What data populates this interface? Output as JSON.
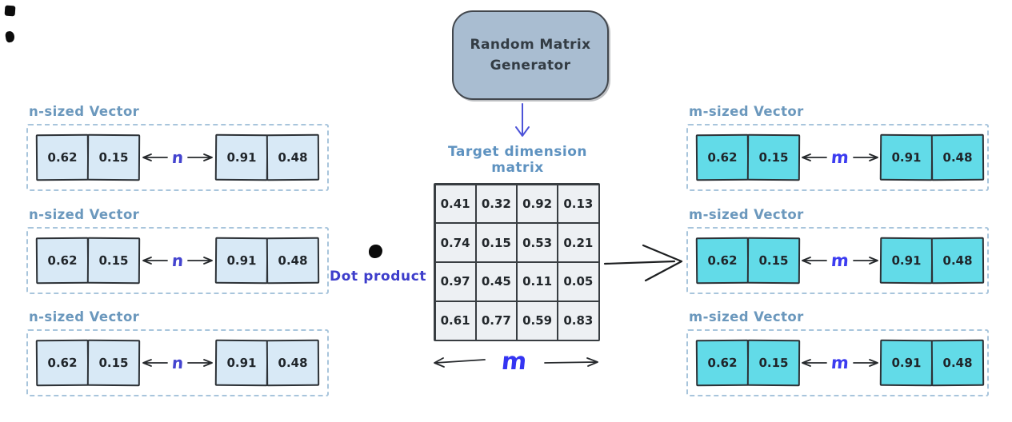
{
  "generator_box": {
    "line1": "Random Matrix",
    "line2": "Generator"
  },
  "matrix": {
    "title": "Target dimension matrix",
    "rows": [
      [
        "0.41",
        "0.32",
        "0.92",
        "0.13"
      ],
      [
        "0.74",
        "0.15",
        "0.53",
        "0.21"
      ],
      [
        "0.97",
        "0.45",
        "0.11",
        "0.05"
      ],
      [
        "0.61",
        "0.77",
        "0.59",
        "0.83"
      ]
    ],
    "dimension_label": "m"
  },
  "dot_product": {
    "label": "Dot product"
  },
  "vectors": {
    "left": {
      "title": "n-sized Vector",
      "dim": "n",
      "values": [
        "0.62",
        "0.15",
        "0.91",
        "0.48"
      ]
    },
    "right": {
      "title": "m-sized Vector",
      "dim": "m",
      "values": [
        "0.62",
        "0.15",
        "0.91",
        "0.48"
      ]
    }
  },
  "colors": {
    "label_blue": "#6b98bd",
    "accent_indigo": "#4343ce",
    "bright_blue": "#3434f2",
    "cell_light_blue": "#d8e9f6",
    "cell_cyan": "#62dbe8",
    "generator_fill": "#a9bdd1"
  }
}
